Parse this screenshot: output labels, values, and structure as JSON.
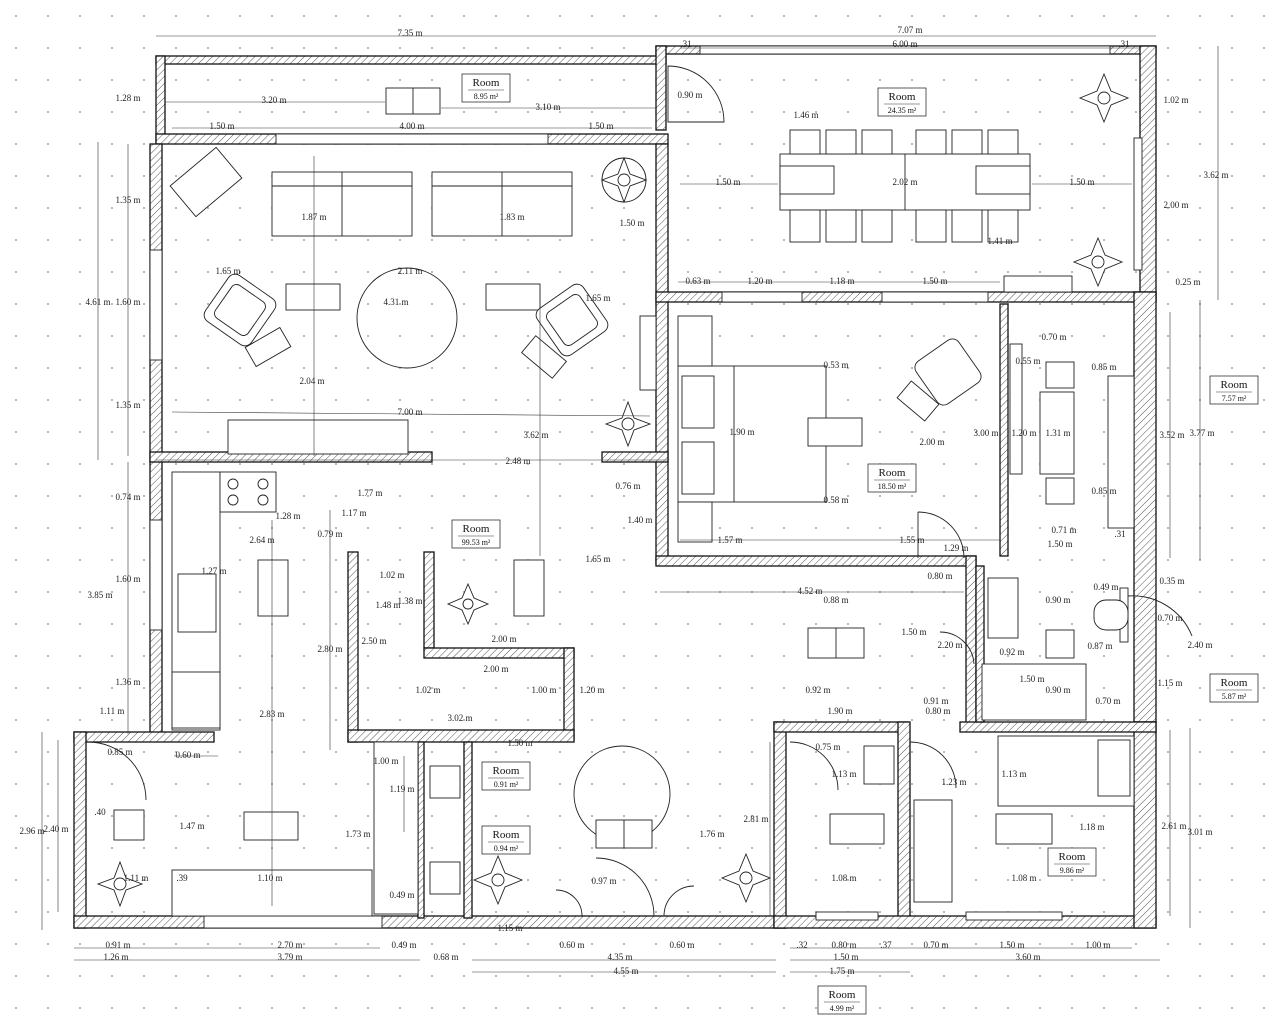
{
  "rooms": [
    {
      "id": "storage-top",
      "title": "Room",
      "area": "8.95 m²"
    },
    {
      "id": "dining",
      "title": "Room",
      "area": "24.35 m²"
    },
    {
      "id": "living",
      "title": "Room",
      "area": "99.53 m²"
    },
    {
      "id": "bedroom",
      "title": "Room",
      "area": "18.50 m²"
    },
    {
      "id": "right-hall",
      "title": "Room",
      "area": "7.57 m²"
    },
    {
      "id": "bath-right",
      "title": "Room",
      "area": "5.87 m²"
    },
    {
      "id": "closet-a",
      "title": "Room",
      "area": "0.91 m²"
    },
    {
      "id": "closet-b",
      "title": "Room",
      "area": "0.94 m²"
    },
    {
      "id": "bedroom-2",
      "title": "Room",
      "area": "9.86 m²"
    },
    {
      "id": "bath-bottom",
      "title": "Room",
      "area": "4.99 m²"
    }
  ],
  "dimensions": {
    "top_left_total": "7.35 m",
    "top_right_total": "7.07 m",
    "top_right_inner": "6.00 m",
    "d_031a": ".31",
    "d_031b": ".31",
    "d_128": "1.28 m",
    "d_320": "3.20 m",
    "d_310": "3.10 m",
    "d_090": "0.90 m",
    "d_102": "1.02 m",
    "d_362": "3.62 m",
    "d_150a": "1.50 m",
    "d_400": "4.00 m",
    "d_150b": "1.50 m",
    "d_146": "1.46 m",
    "d_150c": "1.50 m",
    "d_202": "2.02 m",
    "d_150d": "1.50 m",
    "d_200": "2.00 m",
    "d_135a": "1.35 m",
    "d_187": "1.87 m",
    "d_183": "1.83 m",
    "d_150e": "1.50 m",
    "d_141": "1.41 m",
    "d_461": "4.61 m",
    "d_160a": "1.60 m",
    "d_165a": "1.65 m",
    "d_211": "2.11 m",
    "d_431": "4.31 m",
    "d_165b": "1.65 m",
    "d_063": "0.63 m",
    "d_120a": "1.20 m",
    "d_118": "1.18 m",
    "d_150f": "1.50 m",
    "d_025": "0.25 m",
    "d_204": "2.04 m",
    "d_135b": "1.35 m",
    "d_700": "7.00 m",
    "d_362b": "3.62 m",
    "d_248": "2.48 m",
    "d_070": "0.70 m",
    "d_055": "0.55 m",
    "d_085a": "0.85 m",
    "d_053": "0.53 m",
    "d_190": "1.90 m",
    "d_200b": "2.00 m",
    "d_300": "3.00 m",
    "d_120b": "1.20 m",
    "d_131": "1.31 m",
    "d_352": "3.52 m",
    "d_377": "3.77 m",
    "d_085b": "0.85 m",
    "d_074": "0.74 m",
    "d_177": "1.77 m",
    "d_076": "0.76 m",
    "d_140": "1.40 m",
    "d_117": "1.17 m",
    "d_128b": "1.28 m",
    "d_058": "0.58 m",
    "d_071": "0.71 m",
    "d_031c": ".31",
    "d_264": "2.64 m",
    "d_079": "0.79 m",
    "d_157": "1.57 m",
    "d_155": "1.55 m",
    "d_129": "1.29 m",
    "d_150g": "1.50 m",
    "d_165c": "1.65 m",
    "d_127": "1.27 m",
    "d_102b": "1.02 m",
    "d_080a": "0.80 m",
    "d_049": "0.49 m",
    "d_035": "0.35 m",
    "d_385": "3.85 m",
    "d_160b": "1.60 m",
    "d_148": "1.48 m",
    "d_138": "1.38 m",
    "d_452": "4.52 m",
    "d_088": "0.88 m",
    "d_090b": "0.90 m",
    "d_070b": "0.70 m",
    "d_250": "2.50 m",
    "d_200c": "2.00 m",
    "d_150h": "1.50 m",
    "d_220": "2.20 m",
    "d_092a": "0.92 m",
    "d_087": "0.87 m",
    "d_240a": "2.40 m",
    "d_280": "2.80 m",
    "d_200d": "2.00 m",
    "d_150i": "1.50 m",
    "d_115": "1.15 m",
    "d_136": "1.36 m",
    "d_102c": "1.02 m",
    "d_100a": "1.00 m",
    "d_120c": "1.20 m",
    "d_092b": "0.92 m",
    "d_090c": "0.90 m",
    "d_091a": "0.91 m",
    "d_070c": "0.70 m",
    "d_111": "1.11 m",
    "d_283": "2.83 m",
    "d_302": "3.02 m",
    "d_190b": "1.90 m",
    "d_080b": "0.80 m",
    "d_085c": "0.85 m",
    "d_060a": "0.60 m",
    "d_150j": "1.50 m",
    "d_100b": "1.00 m",
    "d_075": "0.75 m",
    "d_123": "1.23 m",
    "d_113a": "1.13 m",
    "d_113b": "1.13 m",
    "d_296": "2.96 m",
    "d_240b": "2.40 m",
    "d_040": ".40",
    "d_119": "1.19 m",
    "d_281": "2.81 m",
    "d_261": "2.61 m",
    "d_301": "3.01 m",
    "d_147": "1.47 m",
    "d_173": "1.73 m",
    "d_176": "1.76 m",
    "d_118b": "1.18 m",
    "d_111b": "1.11 m",
    "d_039": ".39",
    "d_110": "1.10 m",
    "d_097": "0.97 m",
    "d_108a": "1.08 m",
    "d_108b": "1.08 m",
    "d_049b": "0.49 m",
    "d_015": "1.15 m",
    "d_091b": "0.91 m",
    "d_126": "1.26 m",
    "d_270": "2.70 m",
    "d_049c": "0.49 m",
    "d_060b": "0.60 m",
    "d_060c": "0.60 m",
    "d_032": ".32",
    "d_080c": "0.80 m",
    "d_037": ".37",
    "d_070d": "0.70 m",
    "d_150k": "1.50 m",
    "d_100c": "1.00 m",
    "d_379": "3.79 m",
    "d_068": "0.68 m",
    "d_435": "4.35 m",
    "d_150l": "1.50 m",
    "d_360": "3.60 m",
    "d_455": "4.55 m",
    "d_175": "1.75 m"
  }
}
